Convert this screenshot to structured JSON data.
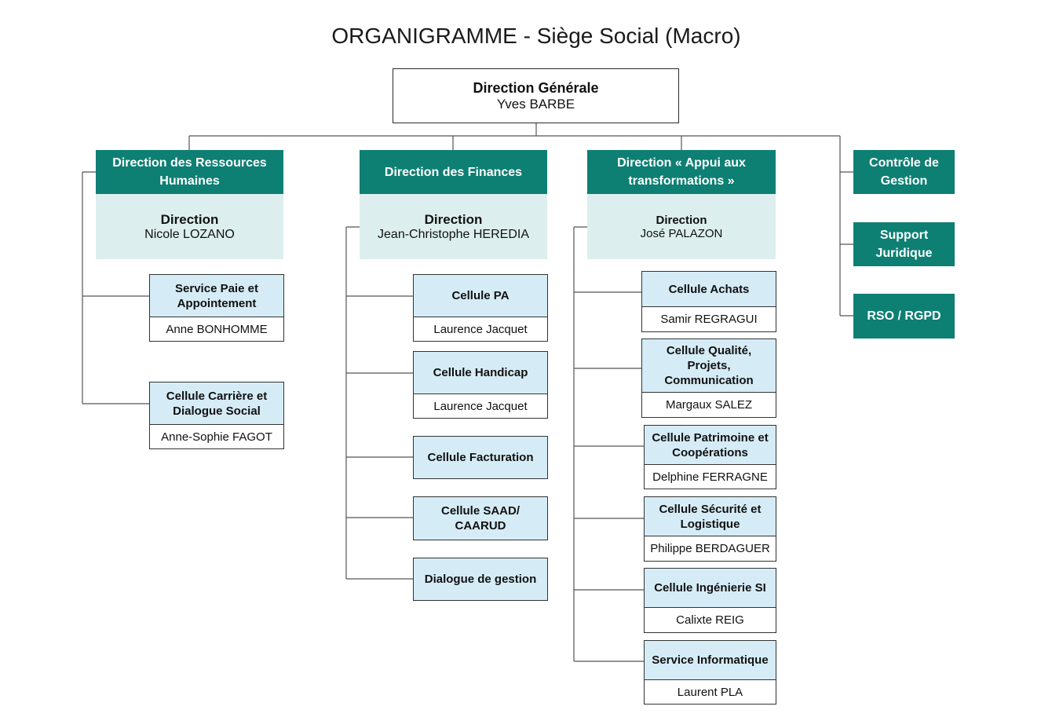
{
  "title": "ORGANIGRAMME - Siège Social (Macro)",
  "colors": {
    "header_teal": "#0e7f73",
    "direction_bg": "#dcefee",
    "cell_bg": "#d5ecf6",
    "lines": "#555555"
  },
  "direction_generale": {
    "title": "Direction Générale",
    "name": "Yves BARBE"
  },
  "rh": {
    "header": "Direction des Ressources Humaines",
    "direction_title": "Direction",
    "director": "Nicole LOZANO",
    "cells": [
      {
        "title": "Service Paie et Appointement",
        "name": "Anne BONHOMME"
      },
      {
        "title": "Cellule Carrière et Dialogue Social",
        "name": "Anne-Sophie FAGOT"
      }
    ]
  },
  "finances": {
    "header": "Direction des Finances",
    "direction_title": "Direction",
    "director": "Jean-Christophe HEREDIA",
    "cells": [
      {
        "title": "Cellule PA",
        "name": "Laurence Jacquet"
      },
      {
        "title": "Cellule Handicap",
        "name": "Laurence Jacquet"
      },
      {
        "title": "Cellule Facturation"
      },
      {
        "title": "Cellule SAAD/ CAARUD"
      },
      {
        "title": "Dialogue de gestion"
      }
    ]
  },
  "appui": {
    "header": "Direction « Appui aux transformations »",
    "direction_title": "Direction",
    "director": "José PALAZON",
    "cells": [
      {
        "title": "Cellule Achats",
        "name": "Samir REGRAGUI"
      },
      {
        "title": "Cellule Qualité, Projets, Communication",
        "name": "Margaux SALEZ"
      },
      {
        "title": "Cellule Patrimoine et Coopérations",
        "name": "Delphine FERRAGNE"
      },
      {
        "title": "Cellule Sécurité et Logistique",
        "name": "Philippe BERDAGUER"
      },
      {
        "title": "Cellule Ingénierie SI",
        "name": "Calixte REIG"
      },
      {
        "title": "Service Informatique",
        "name": "Laurent PLA"
      }
    ]
  },
  "side_units": [
    {
      "label": "Contrôle de Gestion"
    },
    {
      "label": "Support Juridique"
    },
    {
      "label": "RSO / RGPD"
    }
  ]
}
